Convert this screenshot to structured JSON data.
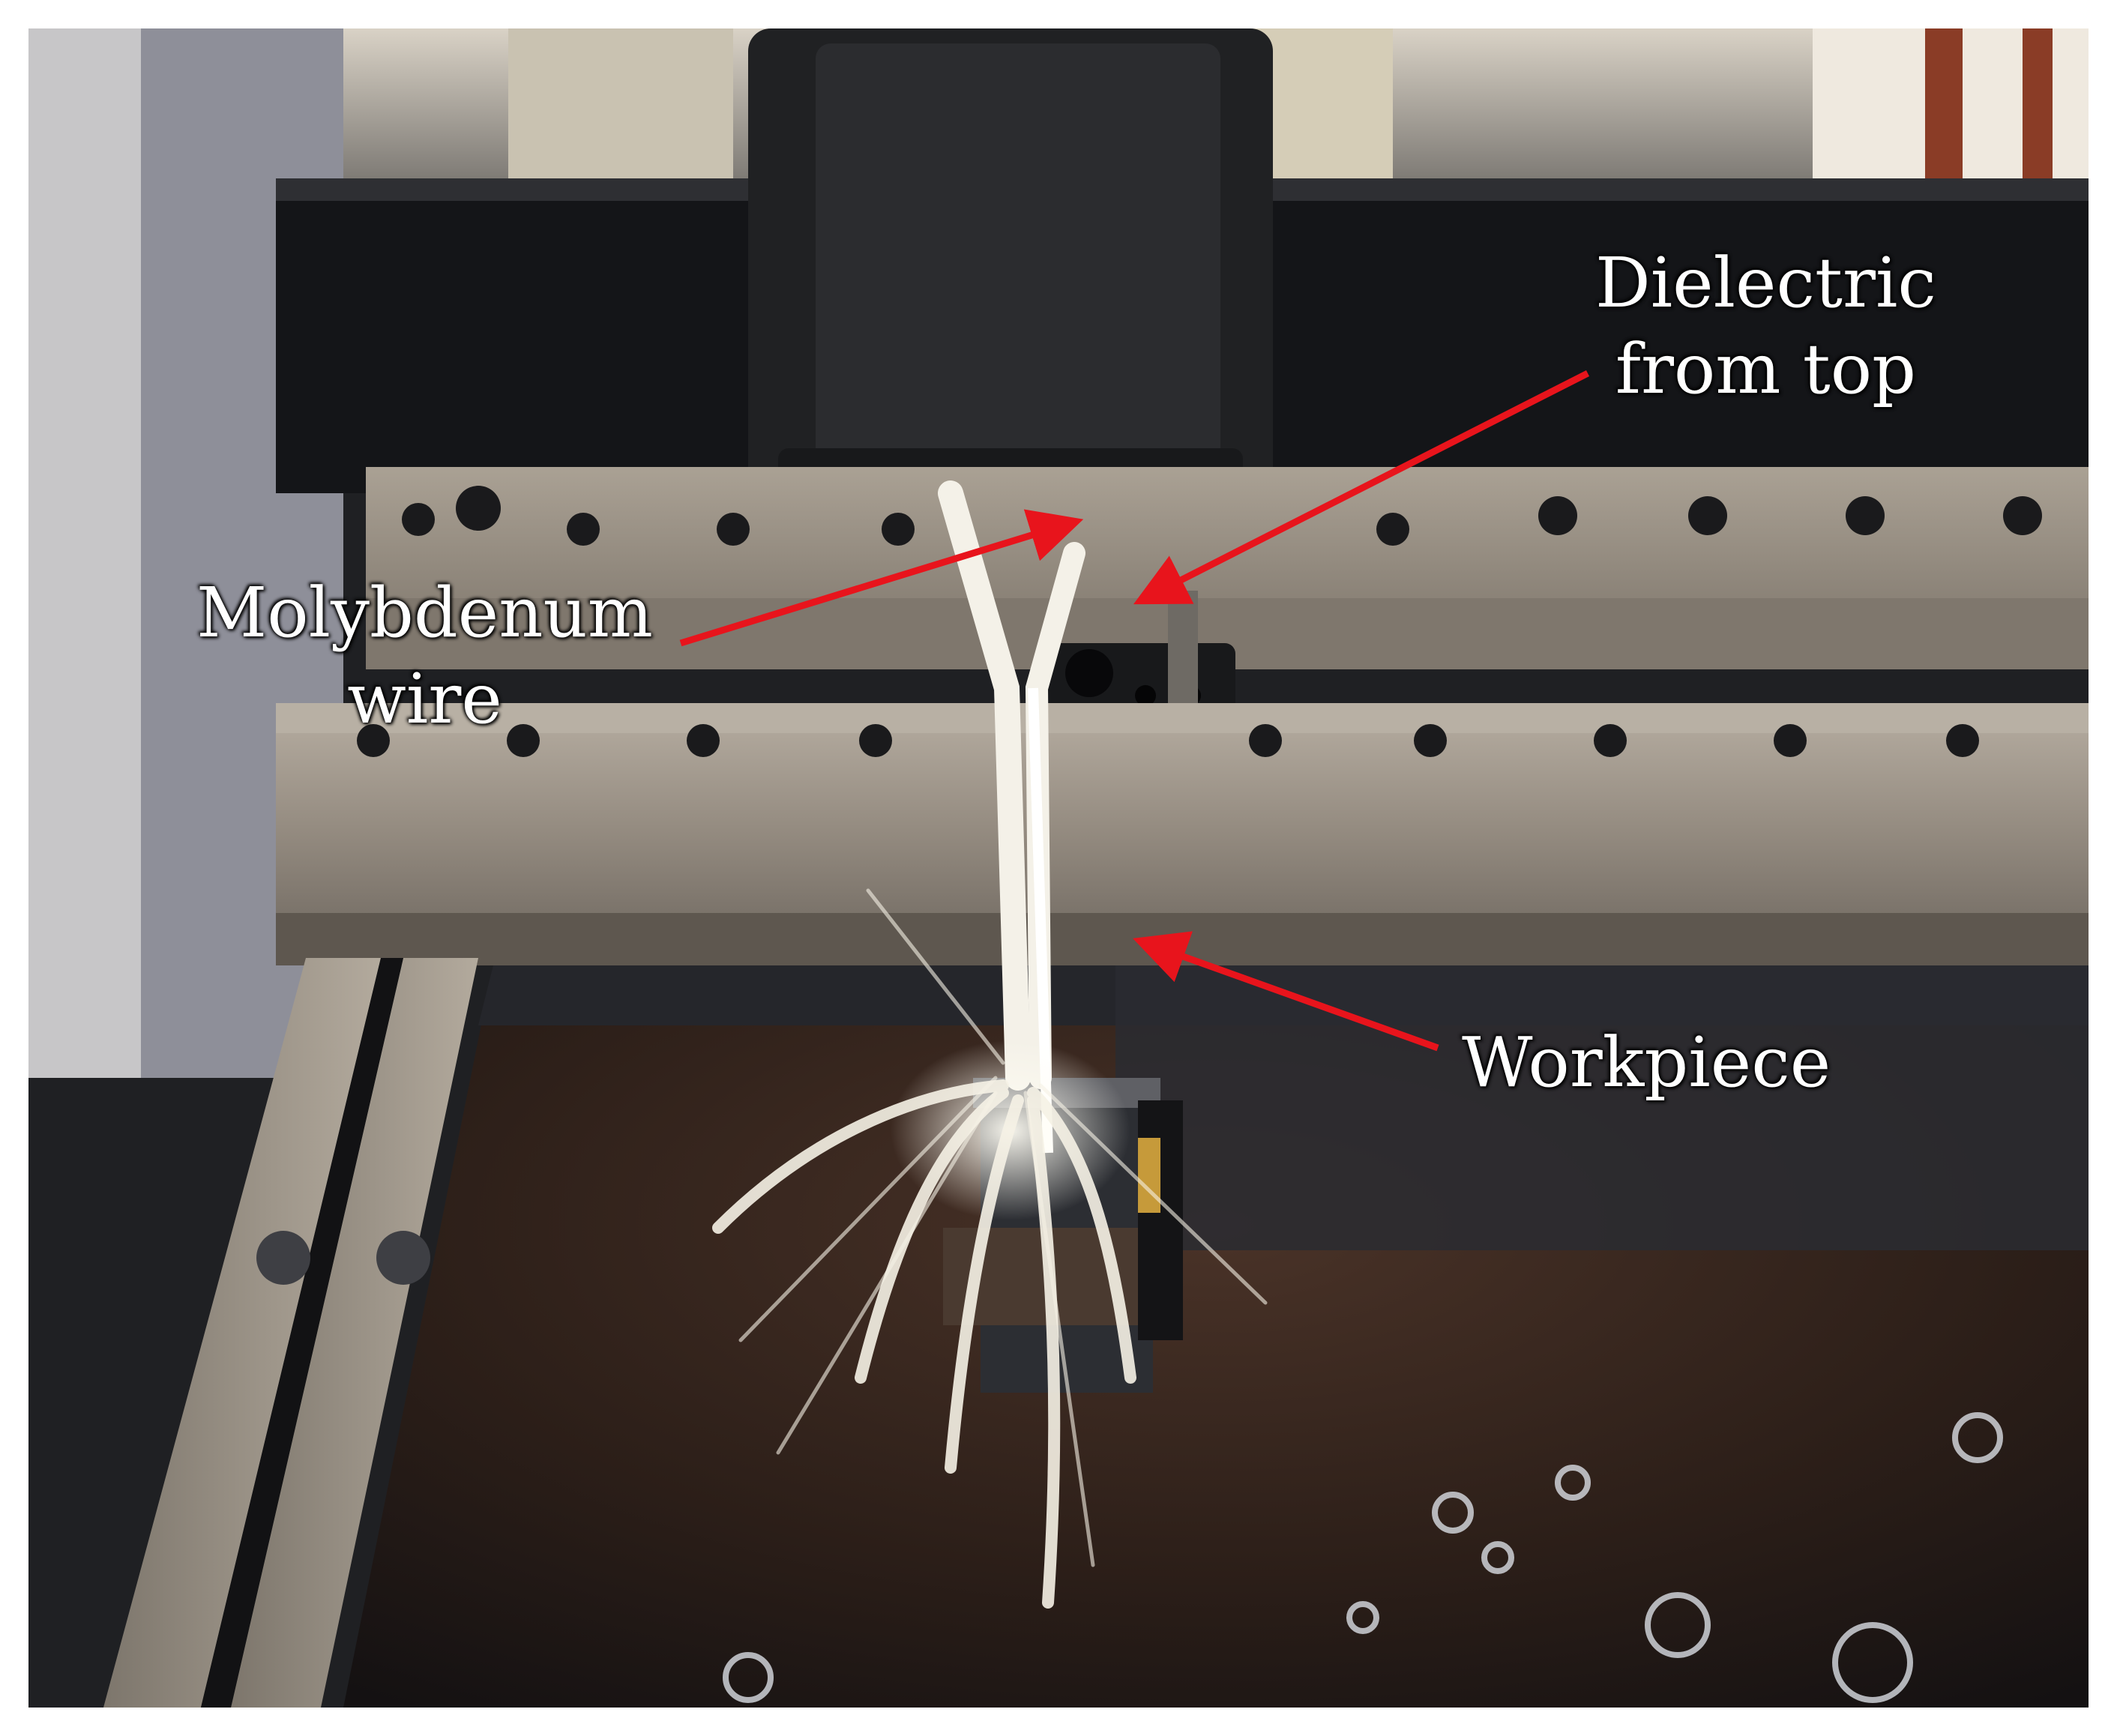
{
  "labels": {
    "dielectric_line1": "Dielectric",
    "dielectric_line2": "from top",
    "wire_line1": "Molybdenum",
    "wire_line2": "wire",
    "workpiece": "Workpiece"
  },
  "colors": {
    "arrow": "#e8141c",
    "label_text": "#ffffff",
    "machine_dark": "#1c1d20",
    "steel_bar": "#9a9287",
    "tank": "#2a1f1a",
    "dielectric_fluid": "#f2efe6"
  }
}
